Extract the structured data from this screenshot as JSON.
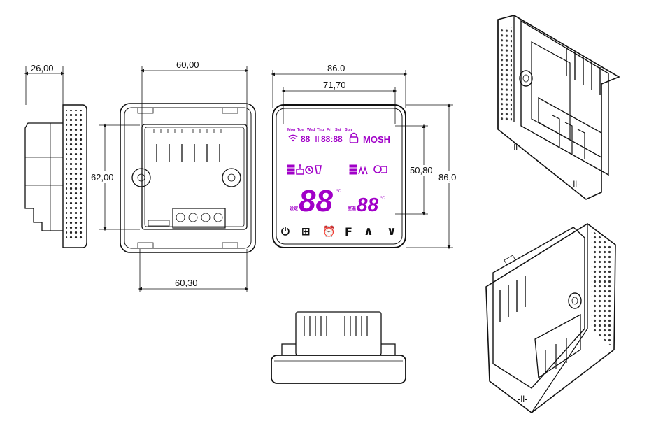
{
  "dimensions": {
    "side_depth": "26,00",
    "back_width": "60,00",
    "back_height": "62,00",
    "back_bottom_width": "60,30",
    "front_width": "86.0",
    "screen_width": "71,70",
    "screen_height": "50,80",
    "front_height": "86,0"
  },
  "lcd": {
    "days": [
      "Mon",
      "Tue",
      "Wed",
      "Thu",
      "Fri",
      "Sat",
      "Sun"
    ],
    "program": "88",
    "clock": "88:88",
    "mode": "MOSH",
    "main_temp": "88",
    "main_unit": "°C",
    "room_temp": "88",
    "room_unit": "°C",
    "color": "#a100c8"
  },
  "buttons": [
    {
      "name": "power-icon",
      "glyph": "⏻"
    },
    {
      "name": "mode-icon",
      "glyph": "⊞"
    },
    {
      "name": "clock-icon",
      "glyph": "⏰"
    },
    {
      "name": "function-icon",
      "glyph": "F"
    },
    {
      "name": "up-chevron-icon",
      "glyph": "∧"
    },
    {
      "name": "down-chevron-icon",
      "glyph": "∨"
    }
  ]
}
